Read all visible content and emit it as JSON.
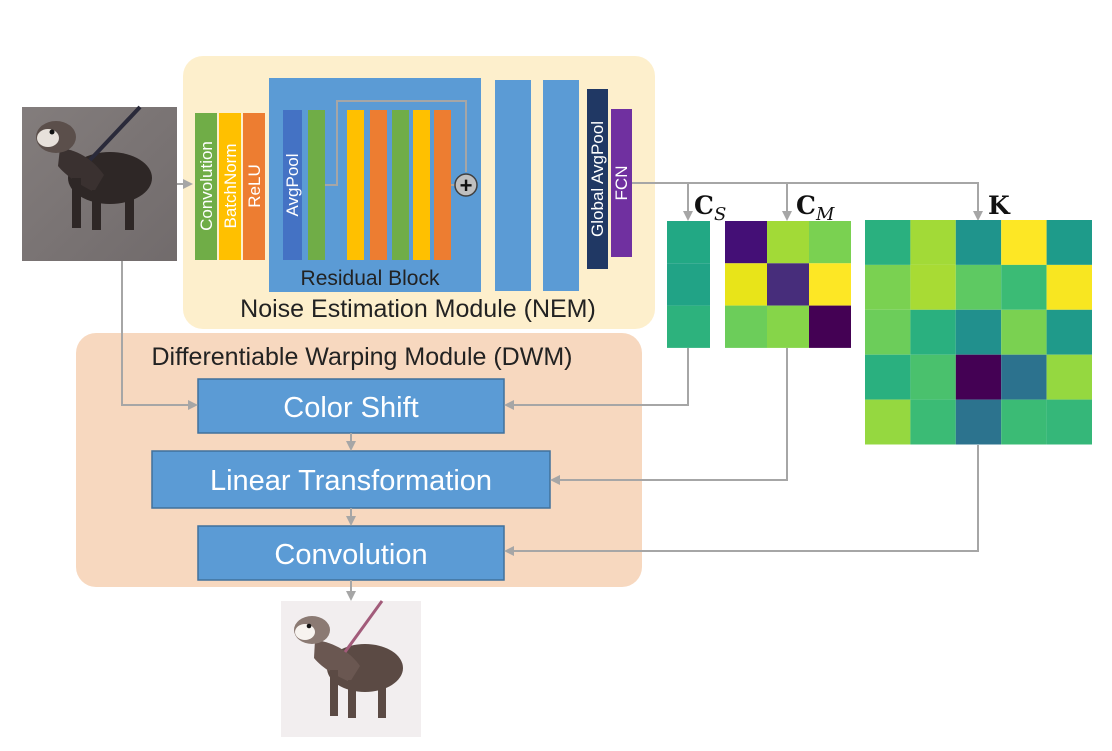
{
  "colors": {
    "nem_bg": "#fdefcc",
    "dwm_bg": "#f7d8bf",
    "block_blue": "#5b9bd5",
    "conv_green": "#70ad47",
    "batchnorm_yellow": "#ffc000",
    "relu_orange": "#ed7d31",
    "avgpool_blue": "#4472c4",
    "global_navy": "#203864",
    "fcn_purple": "#7030a0",
    "arrow_gray": "#a6a6a6"
  },
  "nem": {
    "title": "Noise Estimation Module (NEM)",
    "layers": {
      "convolution": "Convolution",
      "batchnorm": "BatchNorm",
      "relu": "ReLU",
      "avgpool": "AvgPool",
      "global_avgpool": "Global AvgPool",
      "fcn": "FCN"
    },
    "residual_block_label": "Residual Block",
    "plus_symbol": "+"
  },
  "dwm": {
    "title": "Differentiable Warping Module (DWM)",
    "steps": [
      "Color Shift",
      "Linear Transformation",
      "Convolution"
    ]
  },
  "params": {
    "cs": {
      "main": "C",
      "sub": "S"
    },
    "cm": {
      "main": "C",
      "sub": "M"
    },
    "k": {
      "main": "K"
    }
  },
  "matrices": {
    "cs": [
      [
        "#22a884"
      ],
      [
        "#21a386"
      ],
      [
        "#2db27d"
      ]
    ],
    "cm": [
      [
        "#440f76",
        "#a2da37",
        "#7ad151"
      ],
      [
        "#e8e419",
        "#472d7b",
        "#fde725"
      ],
      [
        "#6ccd5a",
        "#86d549",
        "#440154"
      ]
    ],
    "k": [
      [
        "#2ab07f",
        "#a2da37",
        "#1f948c",
        "#fde725",
        "#1e9b8a"
      ],
      [
        "#7ad151",
        "#a8db34",
        "#5ec962",
        "#3bbb75",
        "#f8e621"
      ],
      [
        "#6ccd5a",
        "#2ab07f",
        "#21908d",
        "#7ad151",
        "#1f9a8a"
      ],
      [
        "#2ab07f",
        "#4ac16d",
        "#440154",
        "#2c728e",
        "#95d840"
      ],
      [
        "#95d840",
        "#3bbb75",
        "#2c738e",
        "#3bbb75",
        "#35b779"
      ]
    ]
  },
  "images": {
    "input_icon": "ferret-photo-icon",
    "output_icon": "ferret-photo-icon"
  }
}
